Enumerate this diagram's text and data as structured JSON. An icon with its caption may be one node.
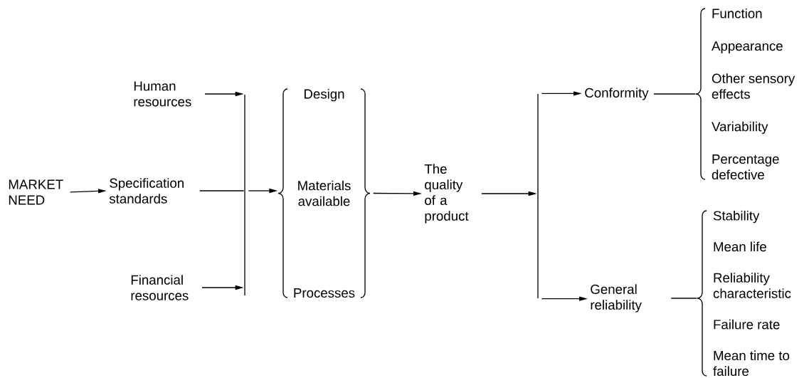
{
  "diagram": {
    "nodes": [
      {
        "text": [
          "MARKET NEED"
        ]
      },
      {
        "text": [
          "Human resources"
        ]
      },
      {
        "text": [
          "Specification standards"
        ]
      },
      {
        "text": [
          "Financial resources"
        ]
      },
      {
        "text": [],
        "shape": "bar"
      },
      {
        "text": [
          "Design",
          "Materials available",
          "Processes"
        ]
      },
      {
        "text": [
          "The quality of a product"
        ]
      },
      {
        "text": [],
        "shape": "bar"
      },
      {
        "text": [
          "Conformity"
        ]
      },
      {
        "text": [
          "General reliability"
        ]
      },
      {
        "text": [
          "Function",
          "Appearance",
          "Other sensory effects",
          "Variability",
          "Percentage defective"
        ]
      },
      {
        "text": [
          "Stability",
          "Mean life",
          "Reliability characteristic",
          "Failure rate",
          "Mean time to failure"
        ]
      }
    ],
    "edges": [
      {
        "from": 0,
        "to": 2,
        "arrow": "to"
      },
      {
        "from": 1,
        "to": 4,
        "arrow": "to"
      },
      {
        "from": 2,
        "to": 4,
        "arrow": "none"
      },
      {
        "from": 3,
        "to": 4,
        "arrow": "to"
      },
      {
        "from": 4,
        "to": 5,
        "arrow": "to"
      },
      {
        "from": 5,
        "to": 6,
        "arrow": "to"
      },
      {
        "from": 6,
        "to": 7,
        "arrow": "to"
      },
      {
        "from": 7,
        "to": 8,
        "arrow": "to"
      },
      {
        "from": 7,
        "to": 9,
        "arrow": "to"
      },
      {
        "from": 8,
        "to": 10,
        "arrow": "none"
      },
      {
        "from": 9,
        "to": 11,
        "arrow": "none"
      }
    ]
  }
}
